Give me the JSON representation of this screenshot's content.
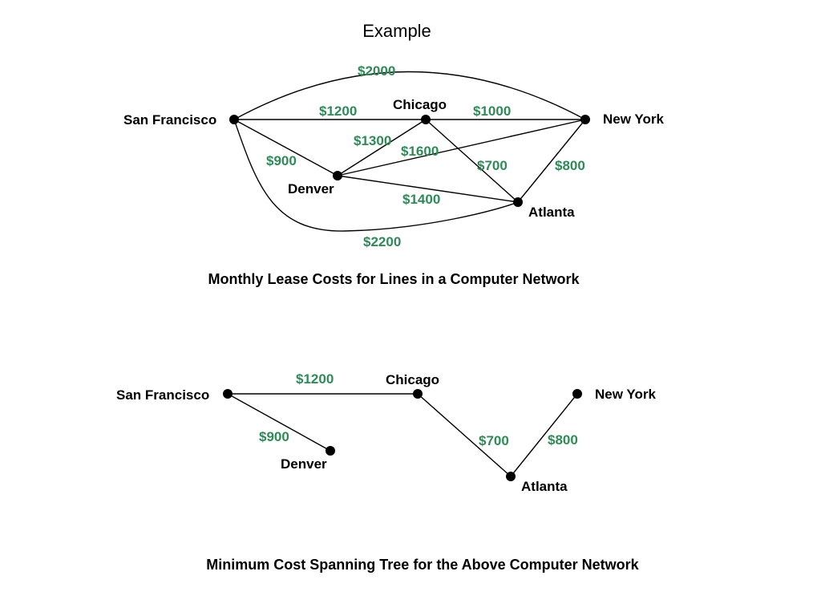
{
  "title": "Example",
  "colors": {
    "edge_label": "#2e8b57",
    "line": "#000000",
    "node": "#000000"
  },
  "network": {
    "caption": "Monthly Lease Costs for Lines in a Computer Network",
    "nodes": [
      {
        "id": "sf",
        "label": "San Francisco"
      },
      {
        "id": "chicago",
        "label": "Chicago"
      },
      {
        "id": "newyork",
        "label": "New York"
      },
      {
        "id": "denver",
        "label": "Denver"
      },
      {
        "id": "atlanta",
        "label": "Atlanta"
      }
    ],
    "edges": [
      {
        "from": "sf",
        "to": "newyork",
        "cost": "$2000"
      },
      {
        "from": "sf",
        "to": "chicago",
        "cost": "$1200"
      },
      {
        "from": "chicago",
        "to": "newyork",
        "cost": "$1000"
      },
      {
        "from": "denver",
        "to": "chicago",
        "cost": "$1300"
      },
      {
        "from": "denver",
        "to": "newyork",
        "cost": "$1600"
      },
      {
        "from": "sf",
        "to": "denver",
        "cost": "$900"
      },
      {
        "from": "chicago",
        "to": "atlanta",
        "cost": "$700"
      },
      {
        "from": "newyork",
        "to": "atlanta",
        "cost": "$800"
      },
      {
        "from": "denver",
        "to": "atlanta",
        "cost": "$1400"
      },
      {
        "from": "sf",
        "to": "atlanta",
        "cost": "$2200"
      }
    ]
  },
  "spanning_tree": {
    "caption": "Minimum Cost Spanning Tree for the Above Computer Network",
    "nodes": [
      {
        "id": "sf",
        "label": "San Francisco"
      },
      {
        "id": "chicago",
        "label": "Chicago"
      },
      {
        "id": "newyork",
        "label": "New York"
      },
      {
        "id": "denver",
        "label": "Denver"
      },
      {
        "id": "atlanta",
        "label": "Atlanta"
      }
    ],
    "edges": [
      {
        "from": "sf",
        "to": "chicago",
        "cost": "$1200"
      },
      {
        "from": "sf",
        "to": "denver",
        "cost": "$900"
      },
      {
        "from": "chicago",
        "to": "atlanta",
        "cost": "$700"
      },
      {
        "from": "newyork",
        "to": "atlanta",
        "cost": "$800"
      }
    ]
  }
}
